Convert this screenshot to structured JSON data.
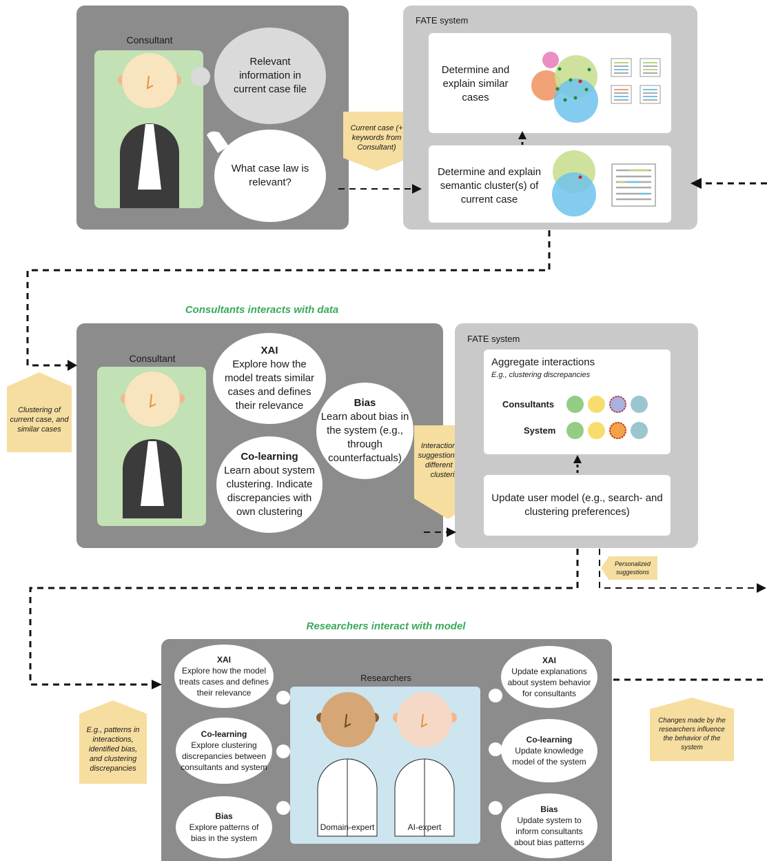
{
  "colors": {
    "panel_dark": "#8c8c8c",
    "panel_light": "#c9c9c9",
    "person_bg": "#c2e1b5",
    "researcher_bg": "#cce5ef",
    "tag": "#f6dea0",
    "heading": "#3aa95b"
  },
  "top": {
    "consultant_label": "Consultant",
    "thought_bubble": "Relevant information in current case file",
    "speech_bubble": "What case law is relevant?",
    "input_tag": "Current case (+ keywords from Consultant)",
    "fate_title": "FATE system",
    "similar_box": "Determine and explain similar cases",
    "semantic_box": "Determine and explain semantic cluster(s) of current case"
  },
  "middle": {
    "heading": "Consultants interacts with data",
    "side_tag": "Clustering of current case, and similar cases",
    "consultant_label": "Consultant",
    "xai_title": "XAI",
    "xai_text": "Explore how the model treats similar cases and defines their relevance",
    "bias_title": "Bias",
    "bias_text": "Learn about bias in the system (e.g., through counterfactuals)",
    "colearn_title": "Co-learning",
    "colearn_text": "Learn about system clustering. Indicate discrepancies with own clustering",
    "interactions_tag": "Interactions and suggestions (e.g., different case clustering)",
    "fate_title": "FATE system",
    "aggregate_title": "Aggregate interactions",
    "aggregate_sub": "E.g., clustering discrepancies",
    "row_consultants": "Consultants",
    "row_system": "System",
    "update_box": "Update user model (e.g., search- and clustering preferences)",
    "personalized_tag": "Personalized suggestions"
  },
  "bottom": {
    "heading": "Researchers interact with model",
    "side_tag": "E.g., patterns in interactions, identified bias, and clustering discrepancies",
    "researchers_label": "Researchers",
    "left_xai_title": "XAI",
    "left_xai_text": "Explore how the model treats cases and defines their relevance",
    "left_colearn_title": "Co-learning",
    "left_colearn_text": "Explore clustering discrepancies between consultants and system",
    "left_bias_title": "Bias",
    "left_bias_text": "Explore patterns of bias in the system",
    "right_xai_title": "XAI",
    "right_xai_text": "Update explanations about system behavior for consultants",
    "right_colearn_title": "Co-learning",
    "right_colearn_text": "Update knowledge model of the system",
    "right_bias_title": "Bias",
    "right_bias_text": "Update system to inform consultants about bias patterns",
    "domain_label": "Domain-expert",
    "ai_label": "AI-expert",
    "changes_tag": "Changes made by the researchers influence the behavior of the system"
  }
}
